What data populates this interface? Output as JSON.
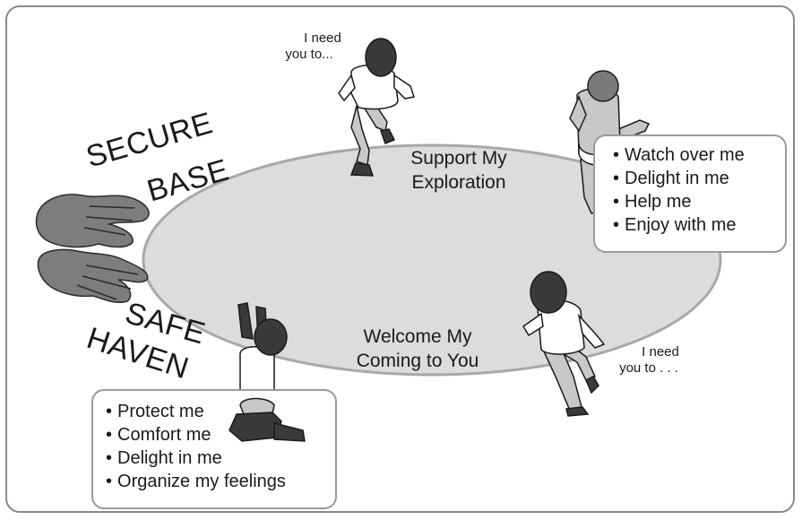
{
  "labels": {
    "secure": "SECURE",
    "base": "BASE",
    "safe": "SAFE",
    "haven": "HAVEN",
    "support_line1": "Support My",
    "support_line2": "Exploration",
    "welcome_line1": "Welcome My",
    "welcome_line2": "Coming to You",
    "need_top_line1": "I need",
    "need_top_line2": "you to...",
    "need_bottom_line1": "I need",
    "need_bottom_line2": "you to . . ."
  },
  "exploration_needs": [
    "Watch over me",
    "Delight in me",
    "Help me",
    "Enjoy with me"
  ],
  "haven_needs": [
    "Protect me",
    "Comfort me",
    "Delight in me",
    "Organize my feelings"
  ],
  "colors": {
    "oval_fill": "#dcdcdc",
    "oval_stroke": "#a8a8a8",
    "hands": "#7d7d7d",
    "skin_dark": "#3a3a3a",
    "clothing": "#ffffff",
    "pants": "#c8c8c8"
  }
}
